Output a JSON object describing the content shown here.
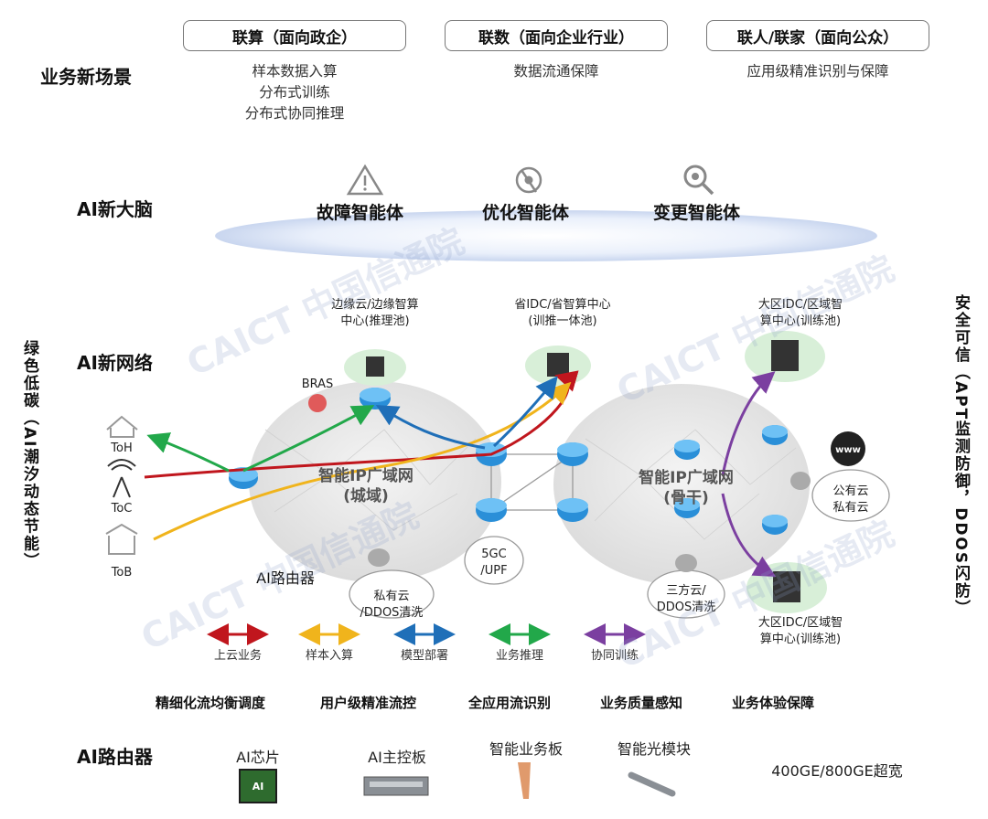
{
  "rows": {
    "scene": "业务新场景",
    "brain": "AI新大脑",
    "network": "AI新网络",
    "router": "AI路由器"
  },
  "scenes": [
    {
      "title": "联算（面向政企）",
      "items": [
        "样本数据入算",
        "分布式训练",
        "分布式协同推理"
      ]
    },
    {
      "title": "联数（面向企业行业）",
      "items": [
        "数据流通保障"
      ]
    },
    {
      "title": "联人/联家（面向公众）",
      "items": [
        "应用级精准识别与保障"
      ]
    }
  ],
  "agents": [
    "故障智能体",
    "优化智能体",
    "变更智能体"
  ],
  "agent_icons": [
    "warning-icon",
    "tools-icon",
    "key-search-icon"
  ],
  "side": {
    "left": "绿色低碳（AI潮汐动态节能）",
    "right": "安全可信（APT监测防御，DDOS闪防）"
  },
  "network": {
    "edge_cloud": "边缘云/边缘智算\n中心(推理池)",
    "prov_idc": "省IDC/省智算中心\n(训推一体池)",
    "region_idc_top": "大区IDC/区域智\n算中心(训练池)",
    "region_idc_bottom": "大区IDC/区域智\n算中心(训练池)",
    "bras": "BRAS",
    "toh": "ToH",
    "toc": "ToC",
    "tob": "ToB",
    "metro": "智能IP广域网\n(城域)",
    "backbone": "智能IP广域网\n(骨干)",
    "ai_router": "AI路由器",
    "private_cloud": "私有云\n/DDOS清洗",
    "fivegc": "5GC\n/UPF",
    "third_cloud": "三方云/\nDDOS清洗",
    "pub_cloud": "公有云\n私有云"
  },
  "legend": [
    {
      "label": "上云业务",
      "color": "#c0161d"
    },
    {
      "label": "样本入算",
      "color": "#f0b41c"
    },
    {
      "label": "模型部署",
      "color": "#1f6fb8"
    },
    {
      "label": "业务推理",
      "color": "#22a84a"
    },
    {
      "label": "协同训练",
      "color": "#7b3fa0"
    }
  ],
  "capabilities": [
    "精细化流均衡调度",
    "用户级精准流控",
    "全应用流识别",
    "业务质量感知",
    "业务体验保障"
  ],
  "hardware": [
    "AI芯片",
    "AI主控板",
    "智能业务板",
    "智能光模块",
    "400GE/800GE超宽"
  ],
  "watermark": "CAICT 中国信通院"
}
